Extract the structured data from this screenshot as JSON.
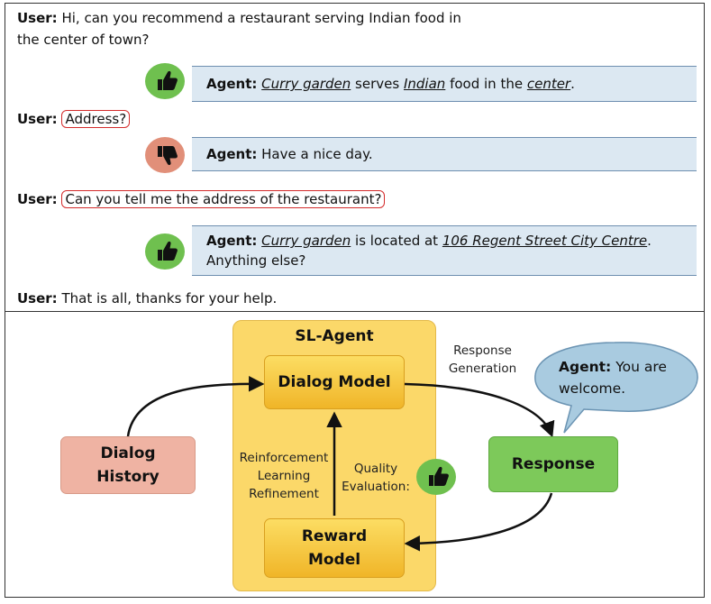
{
  "conversation": {
    "turns": [
      {
        "speaker": "User:",
        "lines": [
          "Hi, can you recommend a restaurant serving Indian food in",
          "the center of town?"
        ]
      },
      {
        "speaker": "Agent:",
        "rating": "thumbs-up",
        "text": {
          "e1": "Curry garden",
          "t1": "serves",
          "e2": "Indian",
          "t2": "food in the",
          "e3": "center",
          "t3": "."
        }
      },
      {
        "speaker": "User:",
        "text": "Address?"
      },
      {
        "speaker": "Agent:",
        "rating": "thumbs-down",
        "text": "Have a nice day."
      },
      {
        "speaker": "User:",
        "text": "Can you tell me the address of the restaurant?"
      },
      {
        "speaker": "Agent:",
        "rating": "thumbs-up",
        "text": {
          "e1": "Curry garden",
          "t1": "is located at",
          "e2": "106 Regent Street City Centre",
          "t2": ".",
          "line2": "Anything else?"
        }
      },
      {
        "speaker": "User:",
        "text": "That is all, thanks for your help."
      }
    ]
  },
  "diagram": {
    "group_label": "SL-Agent",
    "dialog_model": "Dialog Model",
    "reward_model": [
      "Reward",
      "Model"
    ],
    "dialog_history": [
      "Dialog",
      "History"
    ],
    "response": "Response",
    "response_generation": [
      "Response",
      "Generation"
    ],
    "rl_refinement": [
      "Reinforcement",
      "Learning",
      "Refinement"
    ],
    "quality_evaluation": [
      "Quality",
      "Evaluation:"
    ],
    "bubble": {
      "speaker": "Agent:",
      "line1": "You are",
      "line2": "welcome."
    }
  },
  "colors": {
    "thumbs_up": "#6fc04f",
    "thumbs_down": "#e18f79",
    "agent_box": "#dce8f2",
    "highlight_border": "#d42b2b",
    "sl_agent_bg": "#fbd869",
    "dialog_history": "#efb3a3",
    "response": "#7dc95a",
    "bubble": "#a9cbe0"
  },
  "icons": [
    "thumbs-up-icon",
    "thumbs-down-icon"
  ]
}
